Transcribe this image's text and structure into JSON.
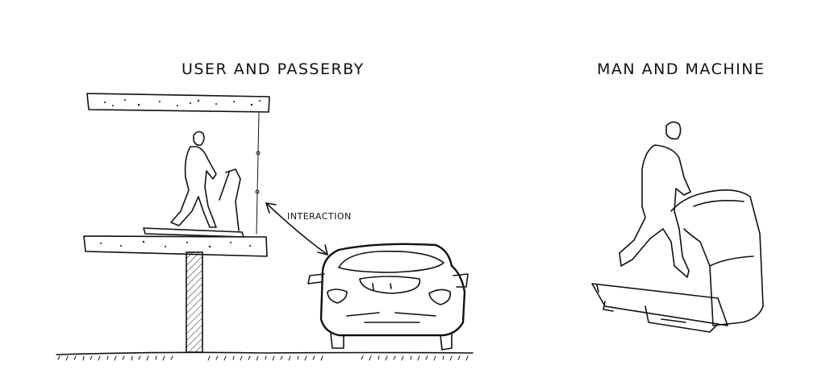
{
  "titles": {
    "left": "USER AND PASSERBY",
    "right": "MAN AND MACHINE"
  },
  "labels": {
    "interaction": "INTERACTION"
  },
  "colors": {
    "ink": "#111111",
    "paper": "#ffffff"
  }
}
